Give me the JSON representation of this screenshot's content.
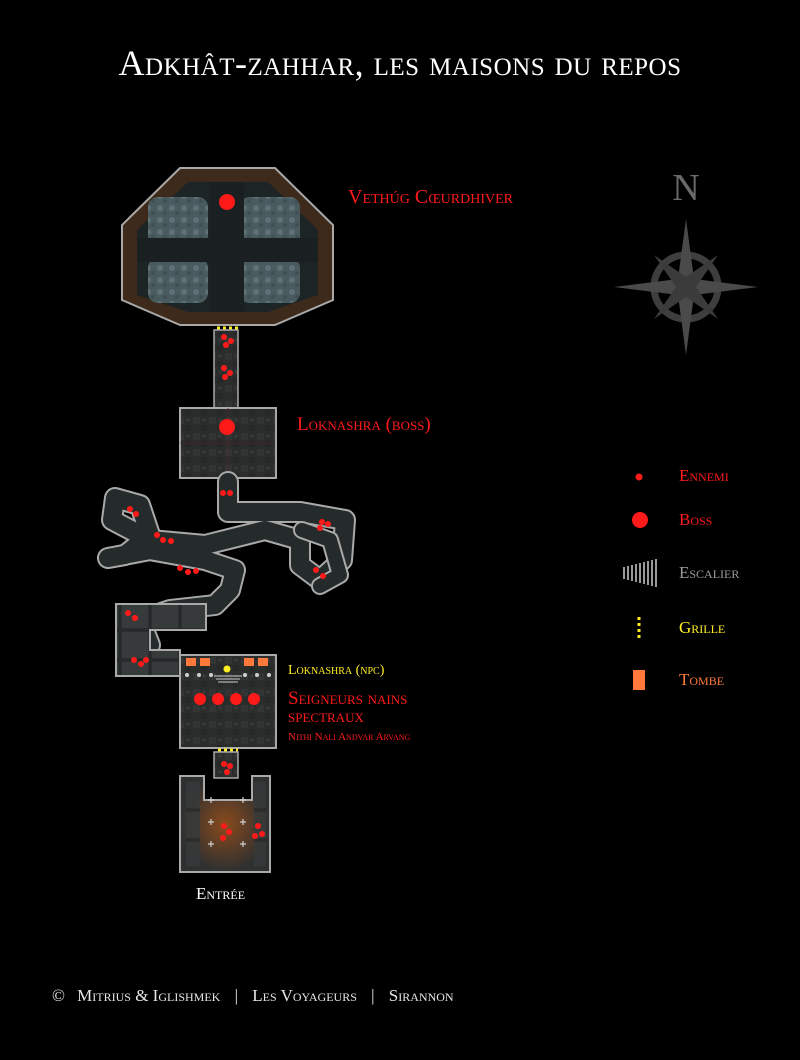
{
  "title": "Adkhât-zahhar, les maisons du repos",
  "labels": {
    "vethug": "Vethúg Cœurdhiver",
    "loknashra_boss": "Loknashra (boss)",
    "loknashra_npc": "Loknashra (npc)",
    "seigneurs_line1": "Seigneurs nains",
    "seigneurs_line2": "spectraux",
    "seigneurs_names": "Nithi Nali Andvar Arvang",
    "entree": "Entrée"
  },
  "compass": {
    "north_label": "N"
  },
  "legend": [
    {
      "label": "Ennemi",
      "color": "#ff1a1a",
      "icon": "small-red-dot-icon"
    },
    {
      "label": "Boss",
      "color": "#ff1a1a",
      "icon": "large-red-dot-icon"
    },
    {
      "label": "Escalier",
      "color": "#9a9a9a",
      "icon": "stairs-icon"
    },
    {
      "label": "Grille",
      "color": "#ffee22",
      "icon": "gate-icon"
    },
    {
      "label": "Tombe",
      "color": "#ff7a3a",
      "icon": "tomb-icon"
    }
  ],
  "footer": {
    "copyright_symbol": "©",
    "authors": "Mitrius & Iglishmek",
    "group": "Les Voyageurs",
    "server": "Sirannon",
    "separator": "|"
  }
}
